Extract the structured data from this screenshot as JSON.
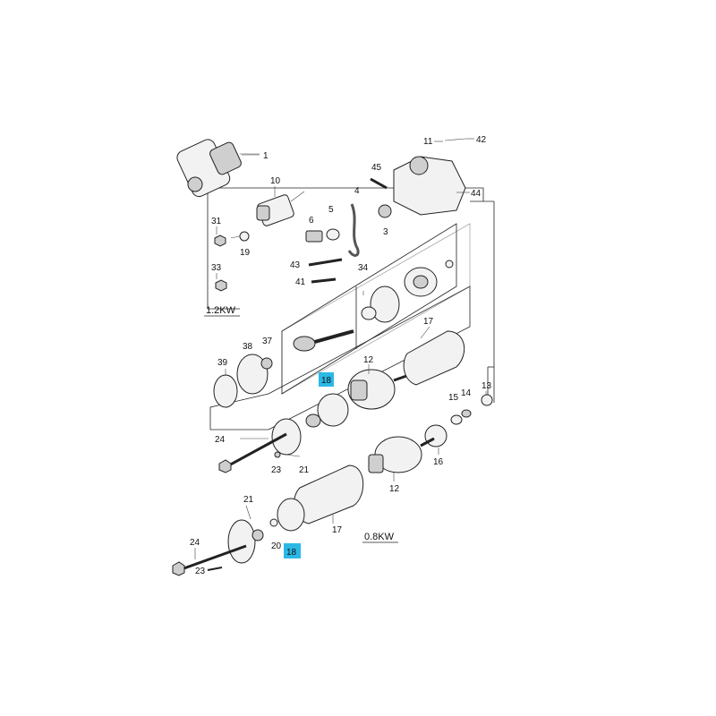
{
  "highlight_color": "#2bb8e6",
  "variants": {
    "kw12": "1.2KW",
    "kw08": "0.8KW"
  },
  "callouts": {
    "c1": "1",
    "c42": "42",
    "c11": "11",
    "c10": "10",
    "c45": "45",
    "c4": "4",
    "c44": "44",
    "c31": "31",
    "c6": "6",
    "c5": "5",
    "c3": "3",
    "c19": "19",
    "c43": "43",
    "c34": "34",
    "c33": "33",
    "c41": "41",
    "c17a": "17",
    "c38": "38",
    "c37": "37",
    "c12a": "12",
    "c39": "39",
    "c18a": "18",
    "c13": "13",
    "c15": "15",
    "c14": "14",
    "c24a": "24",
    "c23a": "23",
    "c21a": "21",
    "c16": "16",
    "c12b": "12",
    "c21b": "21",
    "c17b": "17",
    "c24b": "24",
    "c20": "20",
    "c18b": "18",
    "c23b": "23"
  }
}
